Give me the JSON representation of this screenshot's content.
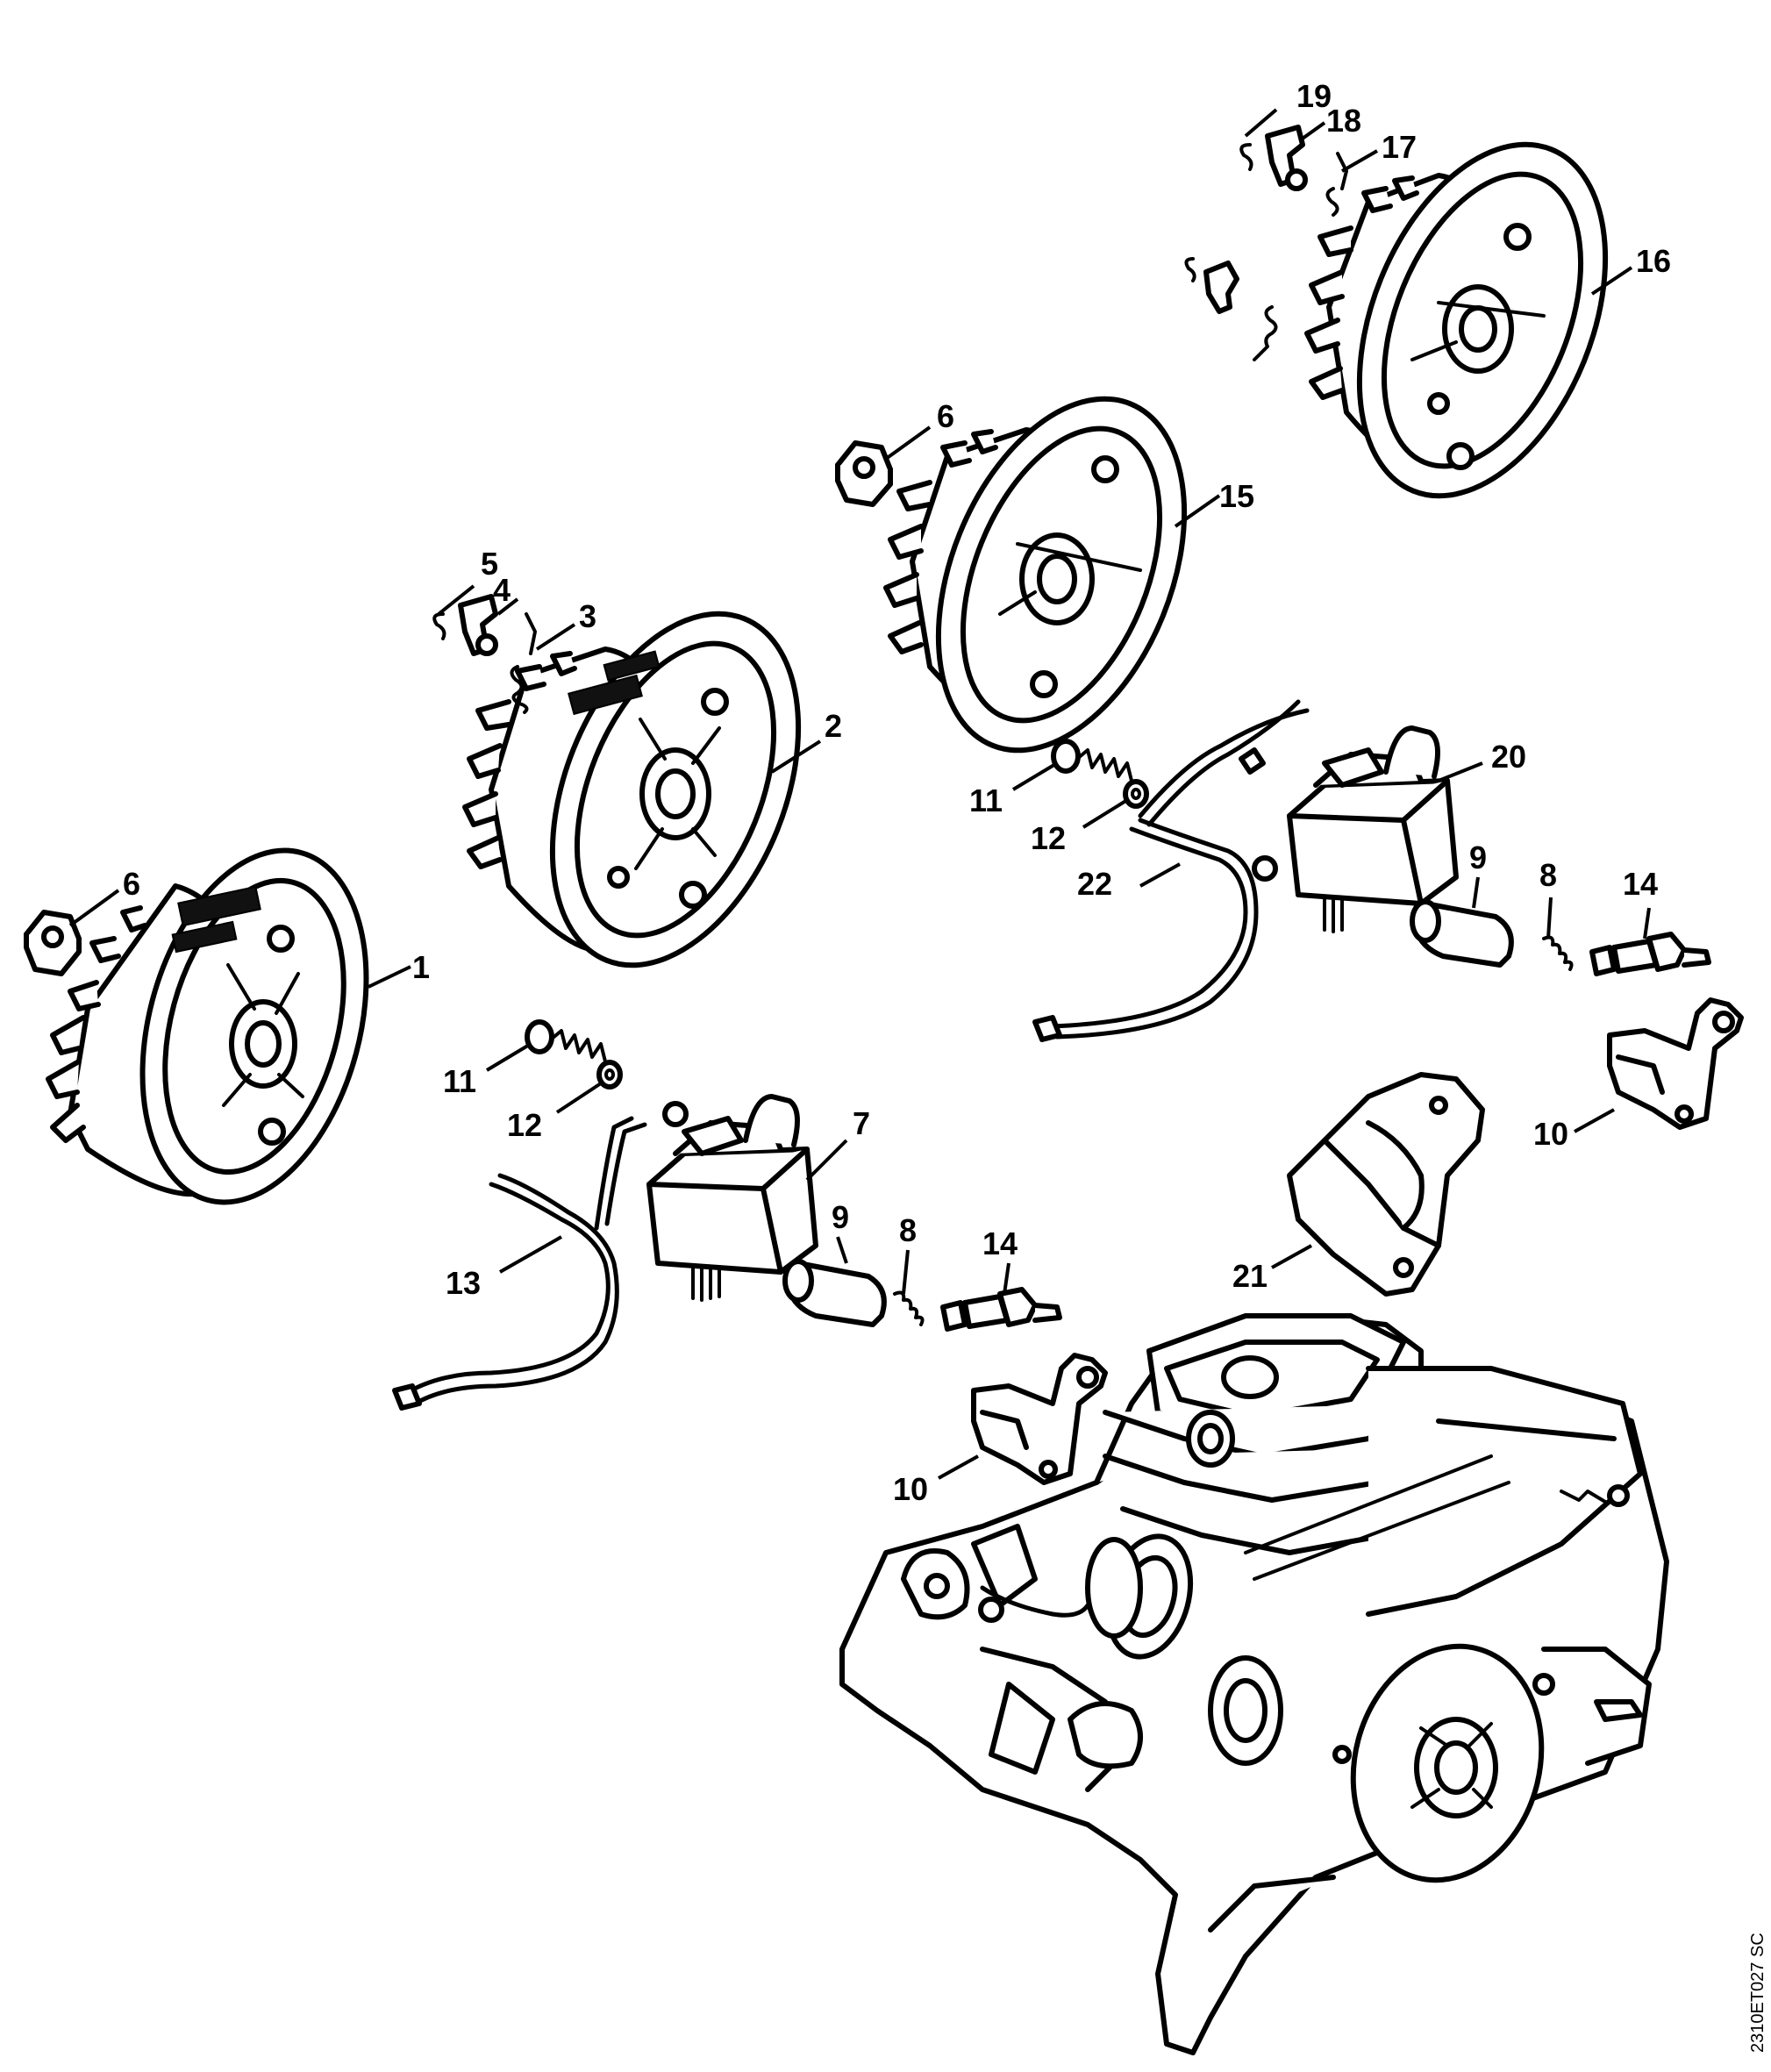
{
  "callouts": [
    {
      "id": "c1",
      "label": "1"
    },
    {
      "id": "c2",
      "label": "2"
    },
    {
      "id": "c3",
      "label": "3"
    },
    {
      "id": "c4",
      "label": "4"
    },
    {
      "id": "c5",
      "label": "5"
    },
    {
      "id": "c6a",
      "label": "6"
    },
    {
      "id": "c6b",
      "label": "6"
    },
    {
      "id": "c7",
      "label": "7"
    },
    {
      "id": "c8a",
      "label": "8"
    },
    {
      "id": "c8b",
      "label": "8"
    },
    {
      "id": "c9a",
      "label": "9"
    },
    {
      "id": "c9b",
      "label": "9"
    },
    {
      "id": "c10a",
      "label": "10"
    },
    {
      "id": "c10b",
      "label": "10"
    },
    {
      "id": "c11a",
      "label": "11"
    },
    {
      "id": "c11b",
      "label": "11"
    },
    {
      "id": "c12a",
      "label": "12"
    },
    {
      "id": "c12b",
      "label": "12"
    },
    {
      "id": "c13",
      "label": "13"
    },
    {
      "id": "c14a",
      "label": "14"
    },
    {
      "id": "c14b",
      "label": "14"
    },
    {
      "id": "c15",
      "label": "15"
    },
    {
      "id": "c16",
      "label": "16"
    },
    {
      "id": "c17",
      "label": "17"
    },
    {
      "id": "c18",
      "label": "18"
    },
    {
      "id": "c19",
      "label": "19"
    },
    {
      "id": "c20",
      "label": "20"
    },
    {
      "id": "c21",
      "label": "21"
    },
    {
      "id": "c22",
      "label": "22"
    }
  ],
  "document_code": "2310ET027 SC",
  "colors": {
    "line": "#000000",
    "background": "#ffffff"
  }
}
